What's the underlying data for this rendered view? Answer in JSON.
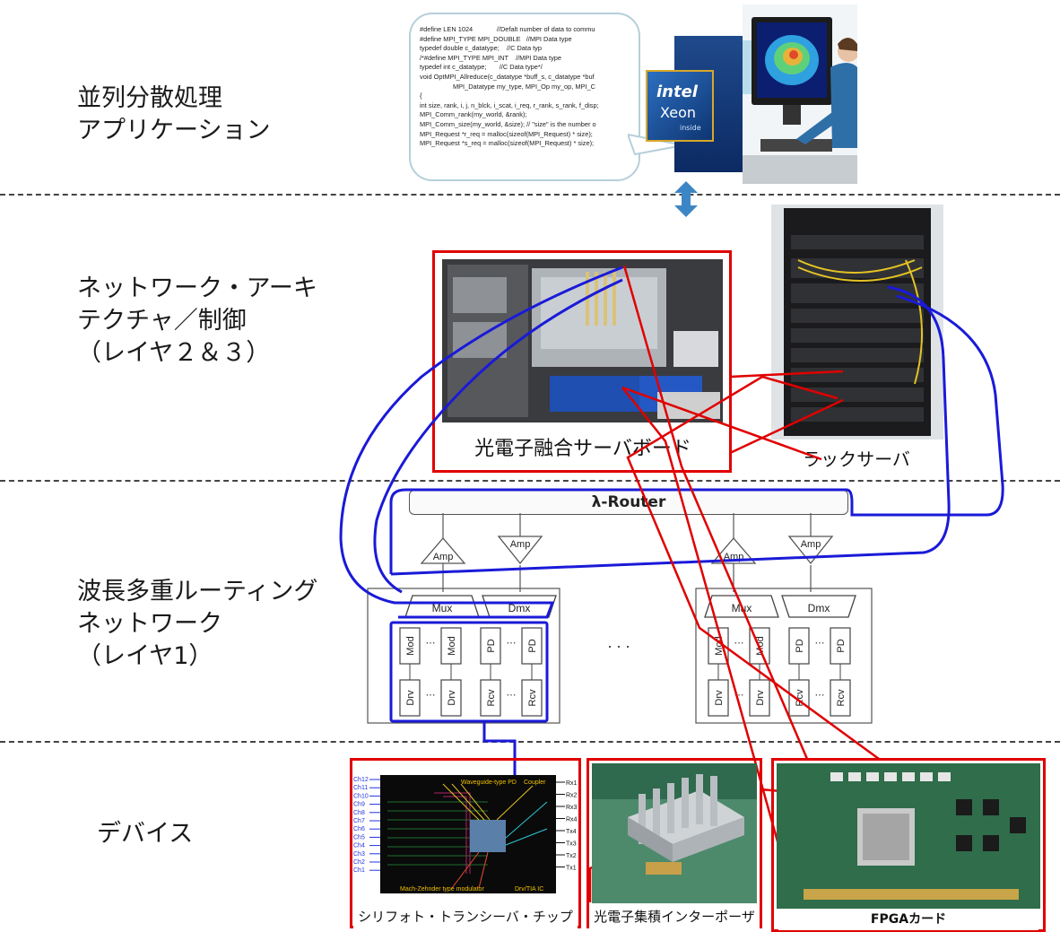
{
  "layers": {
    "application": [
      "並列分散処理",
      "アプリケーション"
    ],
    "network": [
      "ネットワーク・アーキ",
      "テクチャ／制御",
      "（レイヤ２＆３）"
    ],
    "wavelength": [
      "波長多重ルーティング",
      "ネットワーク",
      "（レイヤ1）"
    ],
    "device": [
      "デバイス"
    ]
  },
  "code_lines": [
    "#define LEN 1024             //Defalt number of data to commu",
    "#define MPI_TYPE MPI_DOUBLE   //MPI Data type",
    "typedef double c_datatype;    //C Data typ",
    "/*#define MPI_TYPE MPI_INT    //MPI Data type",
    "typedef int c_datatype;       //C Data type*/",
    "",
    "void OptMPI_Allreduce(c_datatype *buff_s, c_datatype *buf",
    "                  MPI_Datatype my_type, MPI_Op my_op, MPI_C",
    "{",
    "int size, rank, i, j, n_blck, i_scat, i_req, r_rank, s_rank, f_disp;",
    "MPI_Comm_rank(my_world, &rank);",
    "MPI_Comm_size(my_world, &size); // \"size\" is the number o",
    "MPI_Request *r_req = malloc(sizeof(MPI_Request) * size);",
    "MPI_Request *s_req = malloc(sizeof(MPI_Request) * size);"
  ],
  "intel_badge": {
    "brand": "intel",
    "product": "Xeon",
    "tag": "inside"
  },
  "captions": {
    "server_board": "光電子融合サーバボード",
    "rack_server": "ラックサーバ",
    "sipho_chip": "シリフォト・トランシーバ・チップ",
    "interposer": "光電子集積インターポーザ",
    "fpga_card": "FPGAカード"
  },
  "router_label": "λ-Router",
  "amp_label": "Amp",
  "mux_label": "Mux",
  "dmx_label": "Dmx",
  "lane_labels": {
    "mod": "Mod",
    "pd": "PD",
    "drv": "Drv",
    "rcv": "Rcv"
  },
  "ellipsis": ". . .",
  "chip": {
    "top_labels": [
      "Waveguide-type PD",
      "Coupler"
    ],
    "bottom_labels": [
      "Mach-Zehnder type modulator",
      "Drv/TIA IC"
    ],
    "left_channels": [
      "Ch12",
      "Ch11",
      "Ch10",
      "Ch9",
      "Ch8",
      "Ch7",
      "Ch6",
      "Ch5",
      "Ch4",
      "Ch3",
      "Ch2",
      "Ch1"
    ],
    "right_ports": [
      "Rx1",
      "Rx2",
      "Rx3",
      "Rx4",
      "Tx4",
      "Tx3",
      "Tx2",
      "Tx1"
    ]
  },
  "colors": {
    "red_links": "#e00000",
    "blue_links": "#1a1ad8",
    "router_frame": "#555555"
  }
}
